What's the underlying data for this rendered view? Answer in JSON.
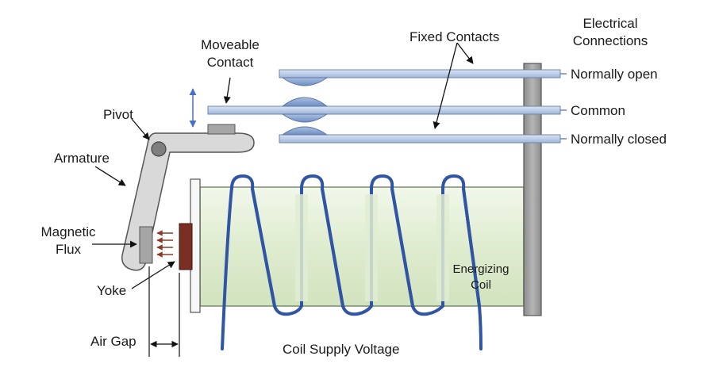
{
  "labels": {
    "electrical_connections_line1": "Electrical",
    "electrical_connections_line2": "Connections",
    "fixed_contacts": "Fixed Contacts",
    "moveable_contact_line1": "Moveable",
    "moveable_contact_line2": "Contact",
    "pivot": "Pivot",
    "armature": "Armature",
    "normally_open": "Normally open",
    "common": "Common",
    "normally_closed": "Normally closed",
    "magnetic_flux_line1": "Magnetic",
    "magnetic_flux_line2": "Flux",
    "yoke": "Yoke",
    "energizing_coil_line1": "Energizing",
    "energizing_coil_line2": "Coil",
    "air_gap": "Air Gap",
    "coil_supply_voltage": "Coil Supply Voltage"
  },
  "colors": {
    "contact_bar": "#b4c7e7",
    "contact_bar_stroke": "#6f86a8",
    "contact_bulb": "#8fa7cc",
    "coil_body": "#e4efd9",
    "coil_stroke": "#7a8c6a",
    "coil_wire": "#2f55a4",
    "terminal_post": "#a6a6a6",
    "armature": "#d9d9d9",
    "yoke": "#7b2e23",
    "flux_arrow": "#8a3a2a",
    "movement_arrow": "#4472c4"
  }
}
